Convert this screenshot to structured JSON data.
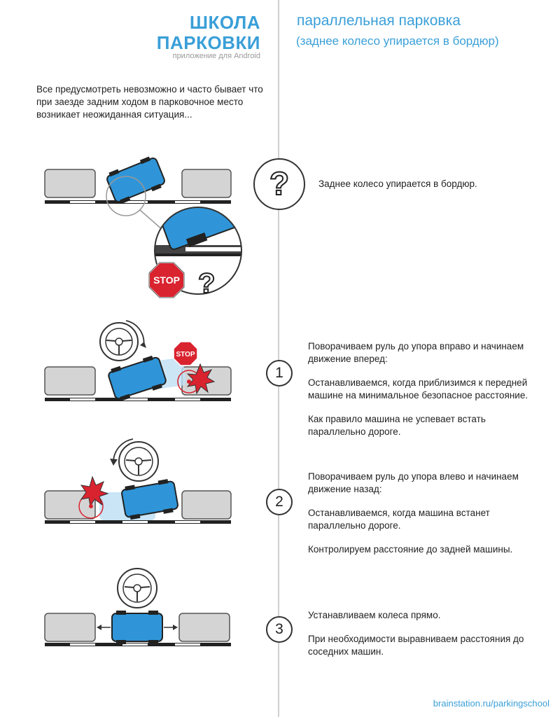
{
  "brand": {
    "title_line1": "ШКОЛА",
    "title_line2": "ПАРКОВКИ",
    "subtitle": "приложение для Android"
  },
  "header": {
    "title": "параллельная парковка",
    "subtitle": "(заднее колесо упирается в бордюр)"
  },
  "intro": "Все предусмотреть невозможно и часто бывает что при заезде задним ходом в парковочное место возникает неожиданная ситуация...",
  "problem": {
    "text": "Заднее колесо упирается в бордюр.",
    "stop_sign": "STOP",
    "icon": "question-icon"
  },
  "steps": [
    {
      "number": "1",
      "paragraphs": [
        "Поворачиваем руль до упора вправо и начинаем движение вперед:",
        "Останавливаемся, когда приблизимся к передней машине на минимальное безопасное расстояние.",
        "Как правило машина не успевает встать параллельно дороге."
      ],
      "stop_sign": "STOP"
    },
    {
      "number": "2",
      "paragraphs": [
        "Поворачиваем руль до упора влево и начинаем движение назад:",
        "Останавливаемся, когда машина встанет параллельно дороге.",
        "Контролируем расстояние до задней машины."
      ]
    },
    {
      "number": "3",
      "paragraphs": [
        "Устанавливаем колеса прямо.",
        "При необходимости выравниваем расстояния до соседних машин."
      ]
    }
  ],
  "footer": "brainstation.ru/parkingschool",
  "colors": {
    "accent": "#3a9fd8",
    "car_blue": "#2f95d8",
    "parked_car": "#d4d4d4",
    "stop_red": "#d9232f",
    "divider": "#cfcfcf"
  }
}
